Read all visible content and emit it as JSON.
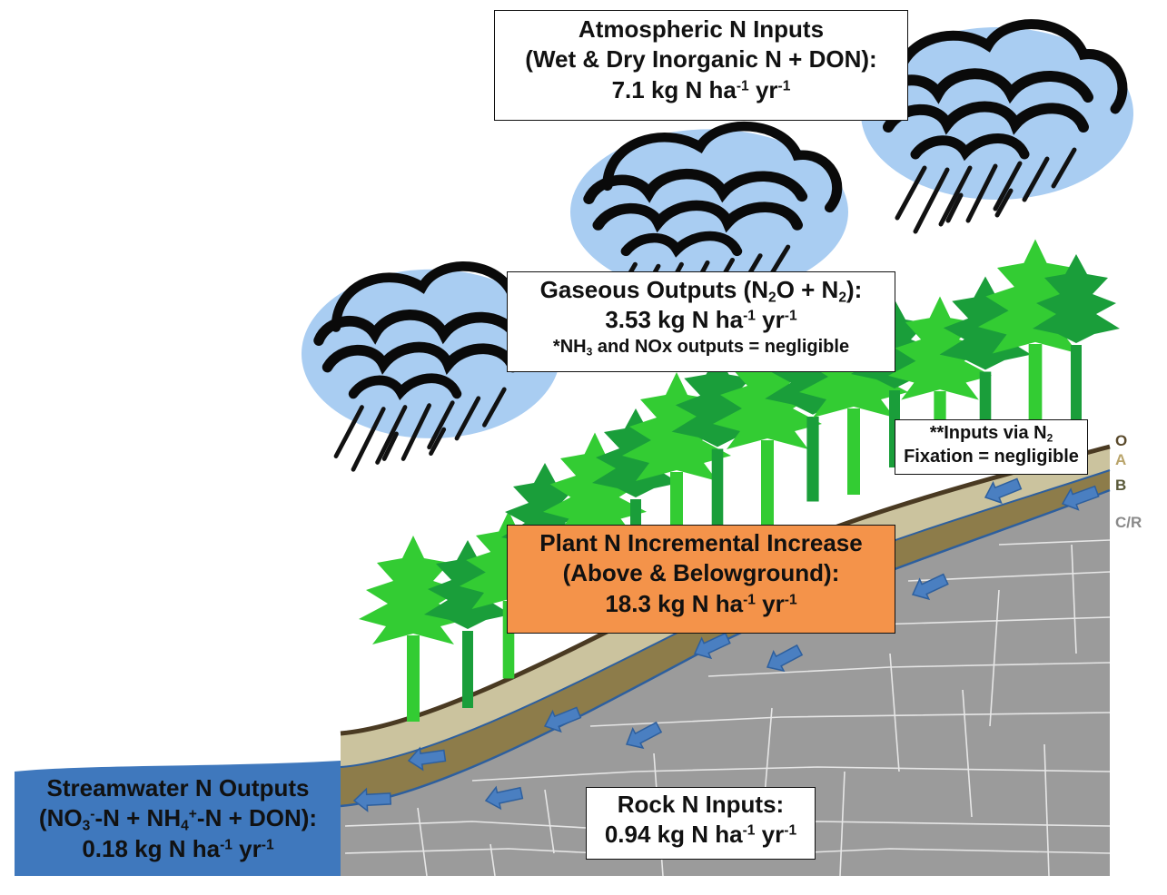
{
  "atmospheric": {
    "title": "Atmospheric N Inputs",
    "subtitle": "(Wet & Dry Inorganic N + DON):",
    "value": "7.1 kg N ha",
    "exp1": "-1",
    "unit2": " yr",
    "exp2": "-1"
  },
  "gaseous": {
    "title_pre": "Gaseous Outputs (N",
    "sub1": "2",
    "title_mid": "O + N",
    "sub2": "2",
    "title_post": "):",
    "value": "3.53 kg N ha",
    "exp1": "-1",
    "unit2": " yr",
    "exp2": "-1",
    "note_pre": "*NH",
    "note_sub": "3",
    "note_post": " and NOx outputs = negligible"
  },
  "fixation": {
    "line1_pre": "**Inputs via N",
    "line1_sub": "2",
    "line2": "Fixation = negligible"
  },
  "plant": {
    "title": "Plant N Incremental Increase",
    "subtitle": "(Above & Belowground):",
    "value": "18.3 kg N ha",
    "exp1": "-1",
    "unit2": " yr",
    "exp2": "-1"
  },
  "rock": {
    "title": "Rock N Inputs:",
    "value": "0.94 kg N ha",
    "exp1": "-1",
    "unit2": " yr",
    "exp2": "-1"
  },
  "stream": {
    "title": "Streamwater N Outputs",
    "l2_a": "(NO",
    "l2_sub": "3",
    "l2_sup": "-",
    "l2_b": "-N + NH",
    "l2_sub2": "4",
    "l2_sup2": "+",
    "l2_c": "-N + DON):",
    "value": "0.18 kg N ha",
    "exp1": "-1",
    "unit2": " yr",
    "exp2": "-1"
  },
  "horizons": {
    "o": "O",
    "a": "A",
    "b": "B",
    "cr": "C/R"
  },
  "colors": {
    "cloud_fill": "#a9cdf2",
    "cloud_outline": "#0a0a0a",
    "rain": "#111111",
    "tree_light": "#33cc33",
    "tree_dark": "#1a9e3a",
    "soil_a": "#cbc39e",
    "soil_b": "#8d7c4a",
    "rock": "#9b9b9b",
    "flow_arrow": "#4a7fc1",
    "stream": "#3f78bd",
    "plant_box": "#f4934a",
    "stream_box": "#3f78bd",
    "horizon_o": "#5a4a2c",
    "horizon_a": "#b9a46a",
    "horizon_b": "#5a5a3a",
    "horizon_cr": "#8a8a8a"
  }
}
